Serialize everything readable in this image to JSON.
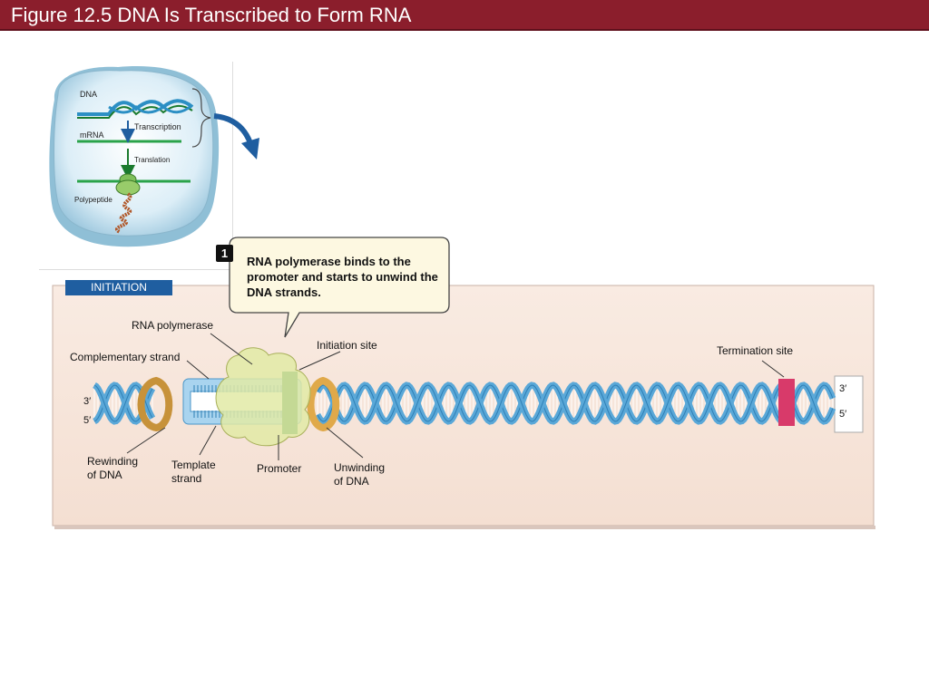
{
  "title": "Figure 12.5 DNA Is Transcribed to Form RNA",
  "inset": {
    "dna_label": "DNA",
    "mrna_label": "mRNA",
    "transcription_label": "Transcription",
    "translation_label": "Translation",
    "polypeptide_label": "Polypeptide"
  },
  "step": {
    "number": "1",
    "text": "RNA polymerase binds to the promoter and starts to unwind the DNA strands."
  },
  "phase": "INITIATION",
  "labels": {
    "rna_polymerase": "RNA polymerase",
    "initiation_site": "Initiation site",
    "termination_site": "Termination site",
    "complementary_strand": "Complementary strand",
    "rewinding_line1": "Rewinding",
    "rewinding_line2": "of DNA",
    "template_line1": "Template",
    "template_line2": "strand",
    "promoter": "Promoter",
    "unwinding_line1": "Unwinding",
    "unwinding_line2": "of DNA",
    "left_top_end": "3′",
    "left_bottom_end": "5′",
    "right_top_end": "3′",
    "right_bottom_end": "5′"
  },
  "colors": {
    "title_bar": "#8b1e2c",
    "panel_bg": "#f8e7dc",
    "dna_strand": "#5aa8d8",
    "promoter": "#1f7a3a",
    "termination": "#d83a6a",
    "polymerase": "#dfe8a8",
    "phase_tab": "#1f5ea0",
    "callout_bg": "#fdf8e1"
  }
}
